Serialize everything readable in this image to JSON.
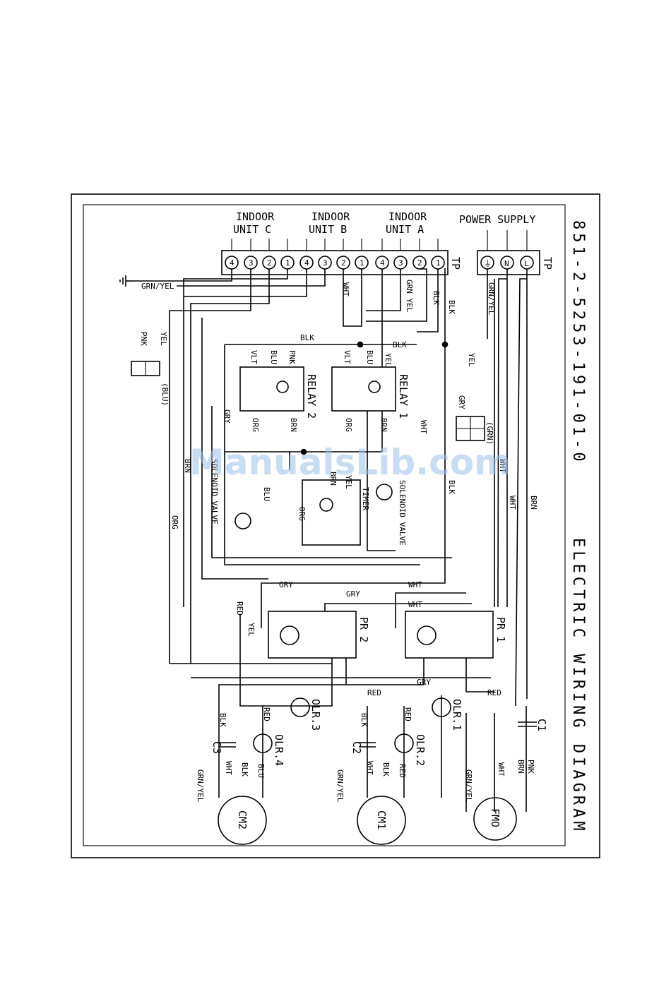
{
  "diagram": {
    "title": "ELECTRIC WIRING DIAGRAM",
    "part_number": "851-2-5253-191-01-0",
    "watermark": "ManualsLib.com"
  },
  "terminal_blocks": {
    "tp_label": "TP",
    "power_supply": {
      "heading": "POWER SUPPLY",
      "pins": [
        "L",
        "N",
        "⏚"
      ]
    },
    "indoor_a": {
      "heading_1": "INDOOR",
      "heading_2": "UNIT A",
      "pins": [
        "1",
        "2",
        "3",
        "4"
      ]
    },
    "indoor_b": {
      "heading_1": "INDOOR",
      "heading_2": "UNIT B",
      "pins": [
        "1",
        "2",
        "3",
        "4"
      ]
    },
    "indoor_c": {
      "heading_1": "INDOOR",
      "heading_2": "UNIT C",
      "pins": [
        "1",
        "2",
        "3",
        "4"
      ]
    }
  },
  "components": {
    "relay1": "RELAY 1",
    "relay2": "RELAY 2",
    "pr1": "PR 1",
    "pr2": "PR 2",
    "timer": "TIMER",
    "sv_a": "SOLENOID VALVE",
    "sv_b": "SOLENOID VALVE",
    "olr1": "OLR.1",
    "olr2": "OLR.2",
    "olr3": "OLR.3",
    "olr4": "OLR.4",
    "c1": "C1",
    "c2": "C2",
    "c3": "C3",
    "fmo": "FMO",
    "cm1": "CM1",
    "cm2": "CM2",
    "grn_connector": "(GRN)",
    "blu_connector": "(BLU)"
  },
  "wire_labels": {
    "grn_yel": "GRN/YEL",
    "blk": "BLK",
    "wht": "WHT",
    "yel": "YEL",
    "gry": "GRY",
    "red": "RED",
    "brn": "BRN",
    "org": "ORG",
    "blu": "BLU",
    "pnk": "PNK",
    "vlt": "VLT",
    "grn_yel_stacked": "GRN YEL"
  }
}
